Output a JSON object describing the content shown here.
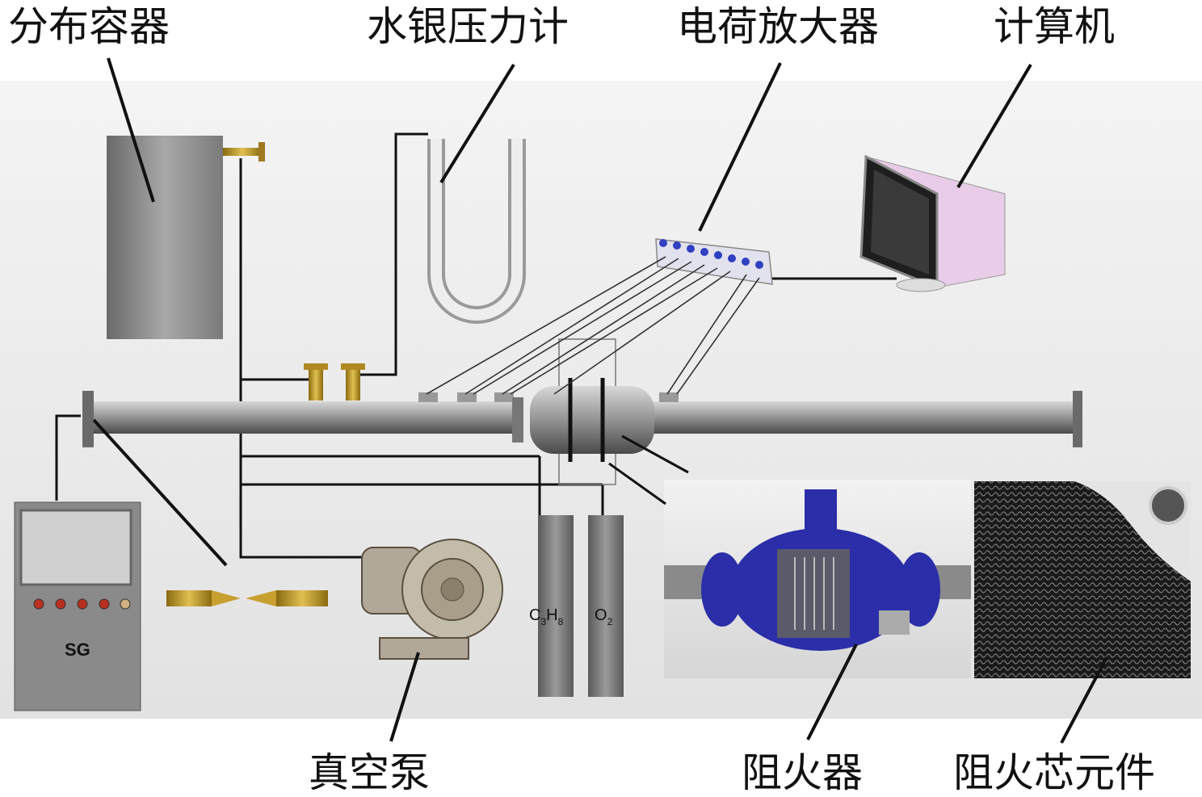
{
  "labels": {
    "distribution_vessel": "分布容器",
    "mercury_manometer": "水银压力计",
    "charge_amplifier": "电荷放大器",
    "computer": "计算机",
    "vacuum_pump": "真空泵",
    "flame_arrester": "阻火器",
    "arrester_core": "阻火芯元件"
  },
  "devices": {
    "signal_generator": "SG",
    "gas_cylinder_1": {
      "main1": "C",
      "sub1": "3",
      "main2": "H",
      "sub2": "8"
    },
    "gas_cylinder_2": {
      "main": "O",
      "sub": "2"
    }
  },
  "icons": [
    "gas-cylinder-icon",
    "vacuum-pump-icon",
    "monitor-icon",
    "u-tube-icon",
    "spark-igniter-icon"
  ],
  "colors": {
    "background": "#f0f0f0",
    "pipe": "#8a8a8a",
    "brass": "#c8a030",
    "amplifier_dot": "#3040c0",
    "monitor": "#e8cce8",
    "arrester_blue": "#2b2ea8"
  }
}
